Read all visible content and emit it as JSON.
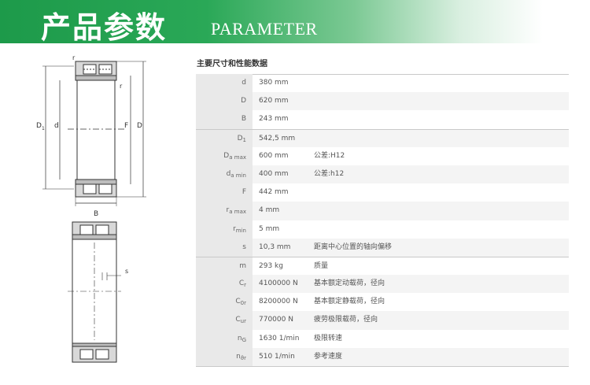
{
  "banner": {
    "title_cn": "产品参数",
    "title_en": "PARAMETER"
  },
  "drawing": {
    "top_labels": {
      "r_top": "r",
      "r_right": "r",
      "D1": "D",
      "D1_sub": "1",
      "d": "d",
      "F": "F",
      "D": "D",
      "B": "B"
    },
    "bottom_labels": {
      "s": "s"
    }
  },
  "section_title": "主要尺寸和性能数据",
  "params": [
    {
      "sym": "d",
      "sub": "",
      "value": "380  mm",
      "desc": ""
    },
    {
      "sym": "D",
      "sub": "",
      "value": "620  mm",
      "desc": ""
    },
    {
      "sym": "B",
      "sub": "",
      "value": "243  mm",
      "desc": ""
    },
    {
      "sym": "D",
      "sub": "1",
      "value": "542,5  mm",
      "desc": ""
    },
    {
      "sym": "D",
      "sub": "a max",
      "value": "600  mm",
      "desc": "公差:H12"
    },
    {
      "sym": "d",
      "sub": "a min",
      "value": "400  mm",
      "desc": "公差:h12"
    },
    {
      "sym": "F",
      "sub": "",
      "value": "442  mm",
      "desc": ""
    },
    {
      "sym": "r",
      "sub": "a max",
      "value": "4  mm",
      "desc": ""
    },
    {
      "sym": "r",
      "sub": "min",
      "value": "5  mm",
      "desc": ""
    },
    {
      "sym": "s",
      "sub": "",
      "value": "10,3  mm",
      "desc": "距离中心位置的轴向偏移"
    },
    {
      "sym": "m",
      "sub": "",
      "value": "293  kg",
      "desc": "质量"
    },
    {
      "sym": "C",
      "sub": "r",
      "value": "4100000  N",
      "desc": "基本额定动载荷，径向"
    },
    {
      "sym": "C",
      "sub": "0r",
      "value": "8200000  N",
      "desc": "基本额定静载荷，径向"
    },
    {
      "sym": "C",
      "sub": "ur",
      "value": "770000  N",
      "desc": "疲劳极限载荷，径向"
    },
    {
      "sym": "n",
      "sub": "G",
      "value": "1630  1/min",
      "desc": "极限转速"
    },
    {
      "sym": "n",
      "sub": "ϑr",
      "value": "510  1/min",
      "desc": "参考速度"
    }
  ]
}
